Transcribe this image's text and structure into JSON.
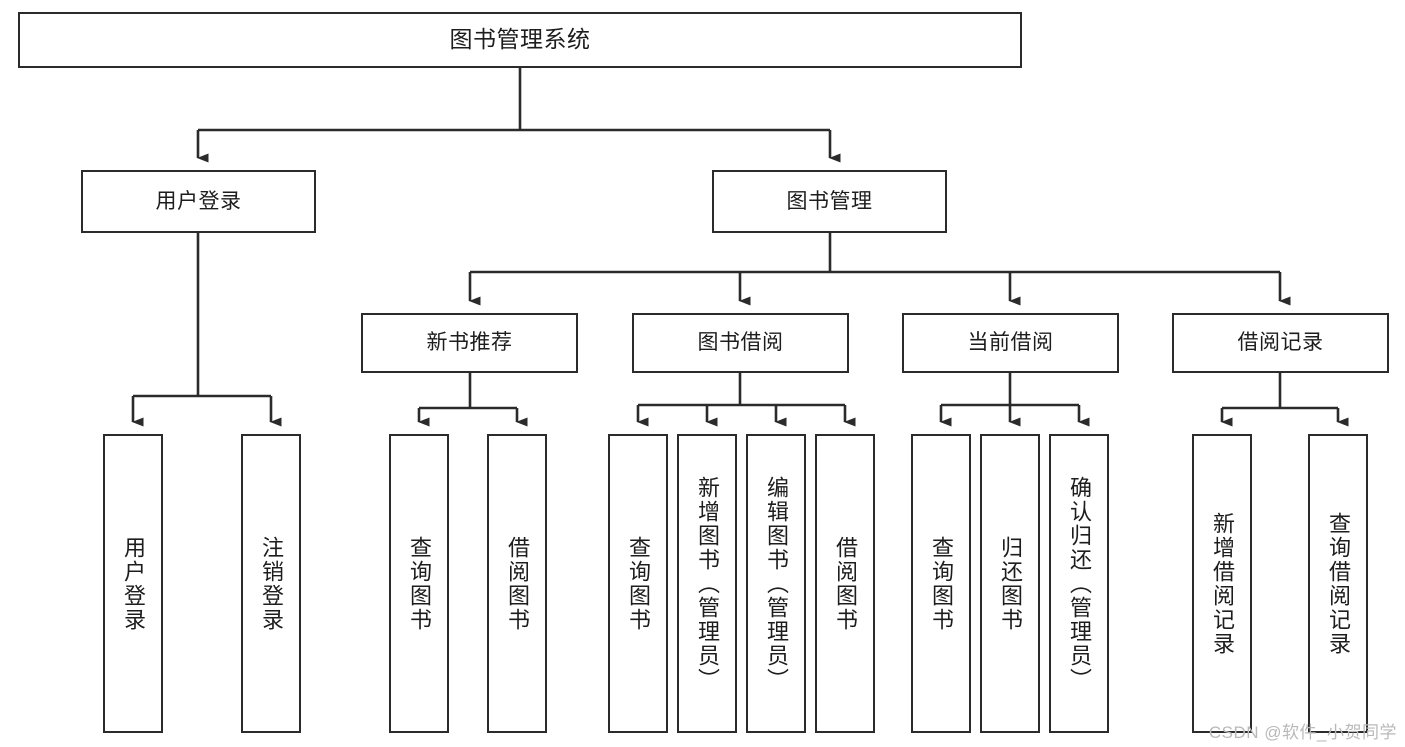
{
  "diagram": {
    "title": "图书管理系统",
    "type": "function-structure-tree",
    "watermark": "CSDN @软件_小贺同学",
    "colors": {
      "box_border": "#2b2b2b",
      "box_fill": "#ffffff",
      "connector": "#2b2b2b",
      "text": "#1d1d1d",
      "watermark": "#b9b9b9"
    },
    "root": {
      "label": "图书管理系统"
    },
    "level2": [
      {
        "label": "用户登录"
      },
      {
        "label": "图书管理"
      }
    ],
    "level3": [
      {
        "label": "新书推荐"
      },
      {
        "label": "图书借阅"
      },
      {
        "label": "当前借阅"
      },
      {
        "label": "借阅记录"
      }
    ],
    "leaves": [
      {
        "label": "用户登录",
        "parent": "用户登录"
      },
      {
        "label": "注销登录",
        "parent": "用户登录"
      },
      {
        "label": "查询图书",
        "parent": "新书推荐"
      },
      {
        "label": "借阅图书",
        "parent": "新书推荐"
      },
      {
        "label": "查询图书",
        "parent": "图书借阅"
      },
      {
        "label": "新增图书（管理员）",
        "parent": "图书借阅"
      },
      {
        "label": "编辑图书（管理员）",
        "parent": "图书借阅"
      },
      {
        "label": "借阅图书",
        "parent": "图书借阅"
      },
      {
        "label": "查询图书",
        "parent": "当前借阅"
      },
      {
        "label": "归还图书",
        "parent": "当前借阅"
      },
      {
        "label": "确认归还（管理员）",
        "parent": "当前借阅"
      },
      {
        "label": "新增借阅记录",
        "parent": "借阅记录"
      },
      {
        "label": "查询借阅记录",
        "parent": "借阅记录"
      }
    ]
  }
}
